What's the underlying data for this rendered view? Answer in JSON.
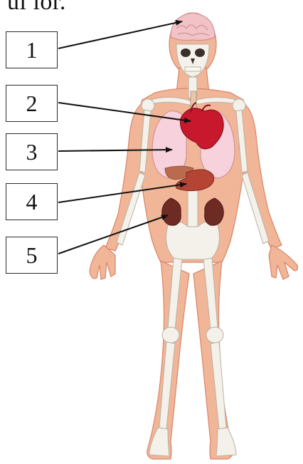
{
  "caption": {
    "text": "ul lor."
  },
  "labels": [
    {
      "number": "1",
      "organ": "brain"
    },
    {
      "number": "2",
      "organ": "heart"
    },
    {
      "number": "3",
      "organ": "lungs"
    },
    {
      "number": "4",
      "organ": "stomach"
    },
    {
      "number": "5",
      "organ": "kidneys"
    }
  ],
  "colors": {
    "skin": "#f1b597",
    "skin_edge": "#d9866a",
    "bone": "#f4f1ea",
    "bone_edge": "#b9b2a6",
    "brain": "#f1c2c6",
    "heart": "#c8182e",
    "lungs": "#f7d2dc",
    "stomach": "#b54434",
    "kidneys": "#6e2b23",
    "arrow": "#111111"
  }
}
